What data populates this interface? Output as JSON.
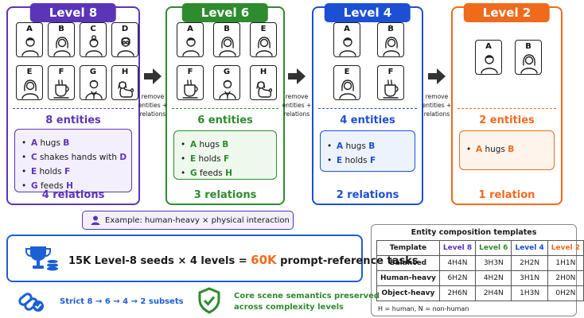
{
  "levels": [
    {
      "title": "Level 8",
      "color": "#5a35b8",
      "bg": "#f3effc",
      "cards": [
        "A",
        "B",
        "C",
        "D",
        "E",
        "F",
        "G",
        "H"
      ],
      "entities": "8 entities",
      "relations": [
        [
          "A",
          "hugs",
          "B"
        ],
        [
          "C",
          "shakes hands with",
          "D"
        ],
        [
          "E",
          "holds",
          "F"
        ],
        [
          "G",
          "feeds",
          "H"
        ]
      ],
      "relation_count": "4 relations"
    },
    {
      "title": "Level 6",
      "color": "#2e8b2e",
      "bg": "#eef8ec",
      "cards": [
        "A",
        "B",
        "E",
        "F",
        "G",
        "H"
      ],
      "entities": "6 entities",
      "relations": [
        [
          "A",
          "hugs",
          "B"
        ],
        [
          "E",
          "holds",
          "F"
        ],
        [
          "G",
          "feeds",
          "H"
        ]
      ],
      "relation_count": "3 relations"
    },
    {
      "title": "Level 4",
      "color": "#1c4fd4",
      "bg": "#edf3fc",
      "cards": [
        "A",
        "B",
        "E",
        "F"
      ],
      "entities": "4 entities",
      "relations": [
        [
          "A",
          "hugs",
          "B"
        ],
        [
          "E",
          "holds",
          "F"
        ]
      ],
      "relation_count": "2 relations"
    },
    {
      "title": "Level 2",
      "color": "#f06a1c",
      "bg": "#fef4ec",
      "cards": [
        "A",
        "B"
      ],
      "entities": "2 entities",
      "relations": [
        [
          "A",
          "hugs",
          "B"
        ]
      ],
      "relation_count": "1 relation"
    }
  ],
  "arrow_label": [
    "remove",
    "entities +",
    "relations"
  ],
  "example": "Example: human-heavy × physical interaction",
  "seed": {
    "prefix": "15K Level-8 seeds × 4 levels = ",
    "highlight": "60K",
    "suffix": " prompt-reference tasks"
  },
  "subsets_text": "Strict 8 → 6 → 4 → 2 subsets",
  "semantics_text": [
    "Core scene semantics preserved",
    "across complexity levels"
  ],
  "table": {
    "title": "Entity composition templates",
    "headers": [
      "Template",
      "Level 8",
      "Level 6",
      "Level 4",
      "Level 2"
    ],
    "header_colors": [
      "#1a1a1a",
      "#5a35b8",
      "#2e8b2e",
      "#1c4fd4",
      "#f06a1c"
    ],
    "rows": [
      [
        "Balanced",
        "4H4N",
        "3H3N",
        "2H2N",
        "1H1N"
      ],
      [
        "Human-heavy",
        "6H2N",
        "4H2N",
        "3H1N",
        "2H0N"
      ],
      [
        "Object-heavy",
        "2H6N",
        "2H4N",
        "1H3N",
        "0H2N"
      ]
    ],
    "note": "H = human, N = non-human"
  },
  "icons": {
    "card_A": "man-icon",
    "card_B": "woman-icon",
    "card_C": "woman-bun-icon",
    "card_D": "glasses-man-icon",
    "card_E": "woman-icon",
    "card_F": "cup-icon",
    "card_G": "man-suit-icon",
    "card_H": "dog-icon",
    "example": "person-icon",
    "seed": "trophy-coins-icon",
    "subsets": "link-check-icon",
    "semantics": "shield-check-icon"
  }
}
